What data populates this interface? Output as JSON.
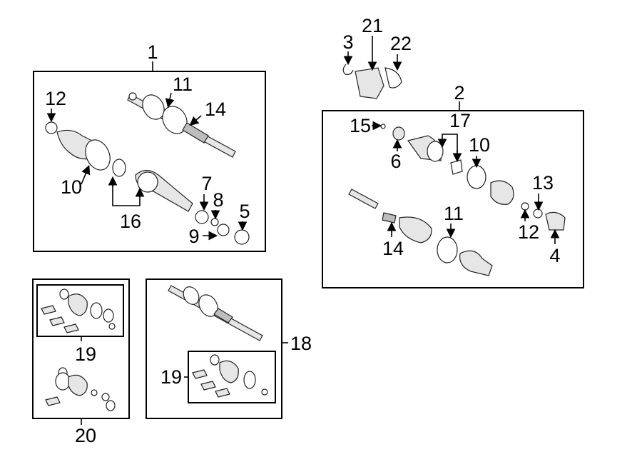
{
  "labels": {
    "l1": "1",
    "l2": "2",
    "l3": "3",
    "l4": "4",
    "l5": "5",
    "l6": "6",
    "l7": "7",
    "l8": "8",
    "l9": "9",
    "l10a": "10",
    "l10b": "10",
    "l11a": "11",
    "l11b": "11",
    "l12a": "12",
    "l12b": "12",
    "l13": "13",
    "l14a": "14",
    "l14b": "14",
    "l15": "15",
    "l16": "16",
    "l17": "17",
    "l18": "18",
    "l19a": "19",
    "l19b": "19",
    "l20": "20",
    "l21": "21",
    "l22": "22"
  }
}
